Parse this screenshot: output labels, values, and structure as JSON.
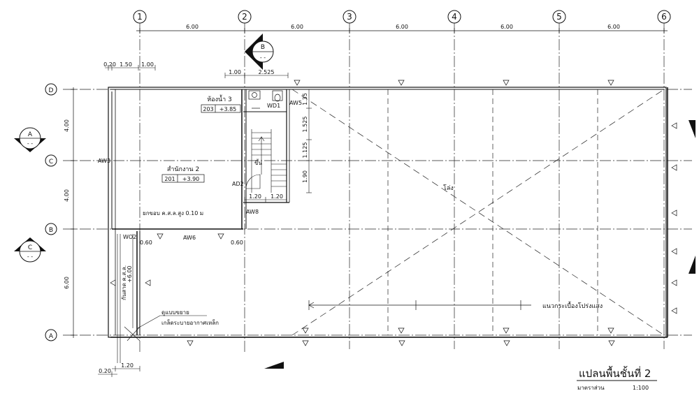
{
  "grid": {
    "columns": [
      "1",
      "2",
      "3",
      "4",
      "5",
      "6"
    ],
    "rows": [
      "D",
      "C",
      "B",
      "A"
    ],
    "column_spacing_labels": [
      "6.00",
      "6.00",
      "6.00",
      "6.00",
      "6.00"
    ],
    "row_spacing_labels": [
      "4.00",
      "4.00",
      "6.00"
    ]
  },
  "dimensions": {
    "top_left": [
      "0.20",
      "1.50",
      "1.00"
    ],
    "top_mid": [
      "1.00",
      "2.525"
    ],
    "stair_vertical": [
      "1.35",
      "1.525",
      "1.125",
      "1.90"
    ],
    "stair_bottom": [
      "1.20",
      "1.20"
    ],
    "opening_a": "0.60",
    "opening_b": "0.60",
    "bottom_left": [
      "1.20",
      "0.20"
    ]
  },
  "section_markers": [
    {
      "letter": "A",
      "sub": "- -"
    },
    {
      "letter": "B",
      "sub": "- -"
    },
    {
      "letter": "C",
      "sub": "- -"
    }
  ],
  "rooms": {
    "office": {
      "name": "สำนักงาน 2",
      "code": "201",
      "level": "+3.90"
    },
    "toilet": {
      "name": "ห้องน้ำ 3",
      "code": "203",
      "level": "+3.85"
    }
  },
  "tags": {
    "aw3": "AW3",
    "aw5": "AW5",
    "aw6": "AW6",
    "aw8": "AW8",
    "ad2": "AD2",
    "wd1": "WD1",
    "wo2": "WO2",
    "up": "ขึ้น"
  },
  "annotations": {
    "curb": "ยกขอบ ค.ส.ล.สูง 0.10 ม",
    "void": "โล่ง",
    "skylight": "แนวกระเบื้องโปร่งแสง",
    "roof_slab": "กันสาด ค.ส.ล.",
    "roof_level": "+6.00",
    "gutter": "ดูแบบขยาย",
    "gutter_2": "เกล็ดระบายอากาศเหล็ก"
  },
  "title_block": {
    "title": "แปลนพื้นชั้นที่ 2",
    "scale_label": "มาตราส่วน",
    "scale_value": "1:100"
  }
}
